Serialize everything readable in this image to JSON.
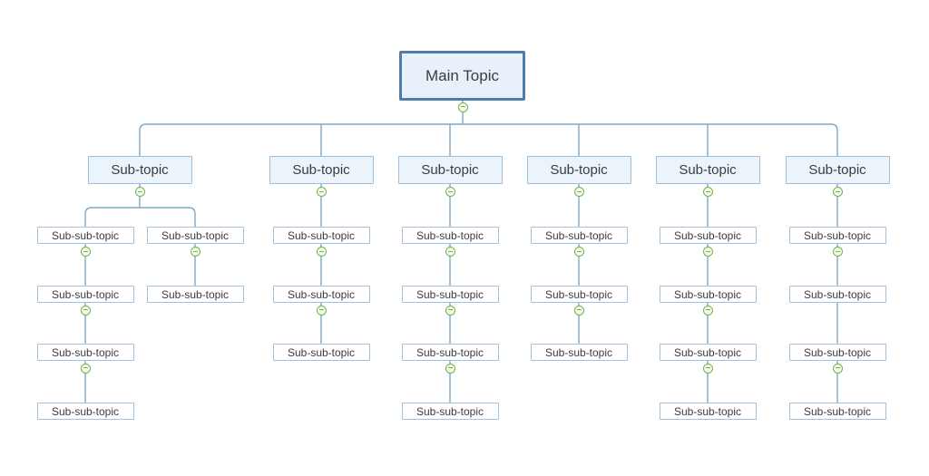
{
  "palette": {
    "background": "#ffffff",
    "connector_line": "#7ea8c9",
    "main_topic_border": "#4f7ca9",
    "main_topic_fill": "#e8f1fa",
    "sub_topic_border": "#9dbedd",
    "sub_topic_fill": "#ecf4fb",
    "sub_sub_topic_border": "#a4c2dc",
    "sub_sub_topic_fill": "#ffffff",
    "collapse_icon_green": "#74b34c",
    "text_color": "#3c3c3c"
  },
  "icons": {
    "collapse": {
      "name": "collapse-minus-icon",
      "glyph": "−"
    }
  },
  "mindmap": {
    "root": {
      "label": "Main Topic"
    },
    "branches": [
      {
        "label": "Sub-topic",
        "chains": [
          [
            "Sub-sub-topic",
            "Sub-sub-topic",
            "Sub-sub-topic",
            "Sub-sub-topic"
          ],
          [
            "Sub-sub-topic",
            "Sub-sub-topic"
          ]
        ]
      },
      {
        "label": "Sub-topic",
        "chains": [
          [
            "Sub-sub-topic",
            "Sub-sub-topic",
            "Sub-sub-topic"
          ]
        ]
      },
      {
        "label": "Sub-topic",
        "chains": [
          [
            "Sub-sub-topic",
            "Sub-sub-topic",
            "Sub-sub-topic",
            "Sub-sub-topic"
          ]
        ]
      },
      {
        "label": "Sub-topic",
        "chains": [
          [
            "Sub-sub-topic",
            "Sub-sub-topic",
            "Sub-sub-topic"
          ]
        ]
      },
      {
        "label": "Sub-topic",
        "chains": [
          [
            "Sub-sub-topic",
            "Sub-sub-topic",
            "Sub-sub-topic",
            "Sub-sub-topic"
          ]
        ]
      },
      {
        "label": "Sub-topic",
        "chains": [
          [
            "Sub-sub-topic",
            "Sub-sub-topic",
            "Sub-sub-topic",
            "Sub-sub-topic"
          ]
        ]
      }
    ]
  }
}
